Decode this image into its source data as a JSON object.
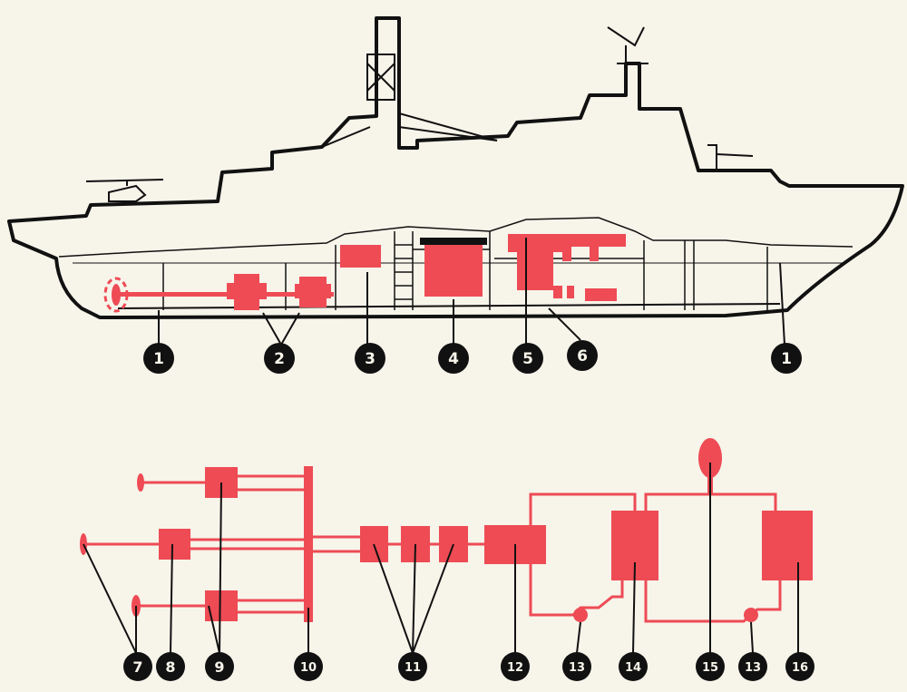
{
  "colors": {
    "paper": "#f7f4ea",
    "ink": "#111111",
    "red": "#ee4b55",
    "blue": "#3f6fc4"
  },
  "hull_diagram": {
    "callouts": [
      "1",
      "2",
      "3",
      "4",
      "5",
      "6",
      "1"
    ]
  },
  "schematic": {
    "callouts": [
      "7",
      "8",
      "9",
      "10",
      "11",
      "12",
      "13",
      "14",
      "15",
      "13",
      "16"
    ]
  }
}
